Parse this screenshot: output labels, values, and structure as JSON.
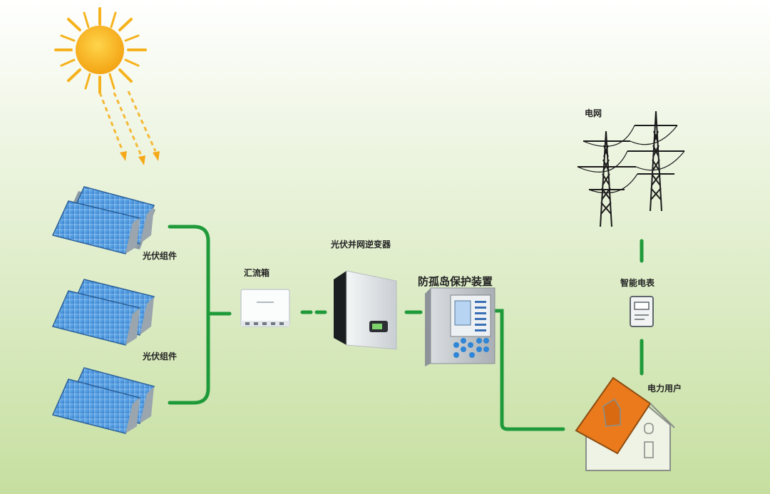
{
  "labels": {
    "pv_module_1": "光伏组件",
    "pv_module_2": "光伏组件",
    "combiner_box": "汇流箱",
    "grid_inverter": "光伏并网逆变器",
    "anti_islanding": "防孤岛保护装置",
    "grid": "电网",
    "smart_meter": "智能电表",
    "power_user": "电力用户"
  },
  "colors": {
    "background_top": "#ffffff",
    "background_bottom": "#c6dfa0",
    "connector": "#1f9a3a",
    "sun": "#f6b21c",
    "panel": "#3f8fd8",
    "roof": "#ea7a1c"
  },
  "icons": [
    "sun-icon",
    "solar-panel-icon",
    "combiner-box-icon",
    "inverter-icon",
    "protection-device-icon",
    "transmission-tower-icon",
    "smart-meter-icon",
    "house-icon"
  ]
}
